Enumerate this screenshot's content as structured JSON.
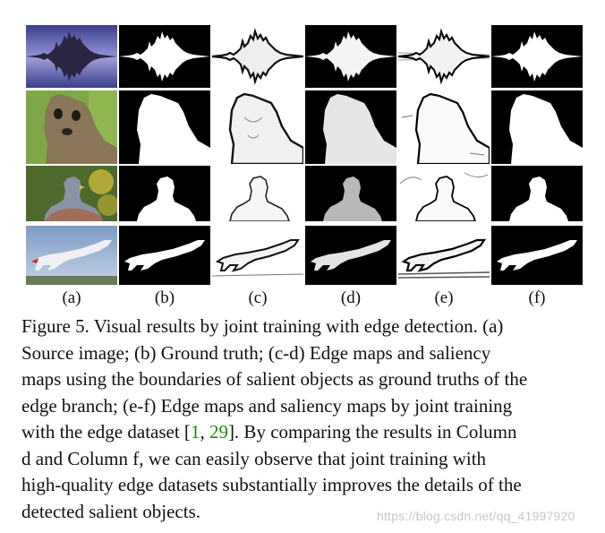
{
  "figure": {
    "columns": [
      {
        "label": "(a)",
        "kind": "source image"
      },
      {
        "label": "(b)",
        "kind": "ground truth"
      },
      {
        "label": "(c)",
        "kind": "edge map"
      },
      {
        "label": "(d)",
        "kind": "saliency map"
      },
      {
        "label": "(e)",
        "kind": "edge map"
      },
      {
        "label": "(f)",
        "kind": "saliency map"
      }
    ],
    "rows": [
      "castle reflection",
      "meerkat",
      "pigeon",
      "airplane"
    ]
  },
  "caption": {
    "line1": "Figure 5. Visual results by joint training with edge detection. (a)",
    "line2": "Source image; (b) Ground truth; (c-d) Edge maps and saliency",
    "line3": "maps using the boundaries of salient objects as ground truths of the",
    "line4": "edge branch; (e-f) Edge maps and saliency maps by joint training",
    "line5_pre": "with the edge dataset [",
    "cite1": "1",
    "cite_sep": ", ",
    "cite2": "29",
    "line5_post": "]. By comparing the results in Column",
    "line6": "d and Column f, we can easily observe that joint training with",
    "line7": "high-quality edge datasets substantially improves the details of the",
    "line8": "detected salient objects."
  },
  "watermark": "https://blog.csdn.net/qq_41997920",
  "colors": {
    "citation": "#1a8a1a",
    "watermark": "#c8c8c8"
  }
}
